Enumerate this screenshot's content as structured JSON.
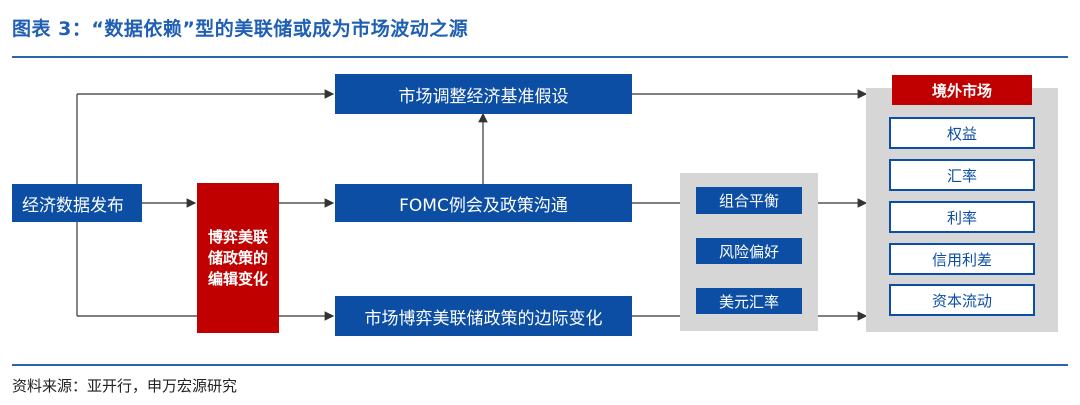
{
  "title": "图表 3：“数据依赖”型的美联储或成为市场波动之源",
  "source": "资料来源：亚开行，申万宏源研究",
  "left_box": "经济数据发布",
  "game_box": "博弈美联储政策的编辑变化",
  "center": {
    "top": "市场调整经济基准假设",
    "middle": "FOMC例会及政策沟通",
    "bottom": "市场博弈美联储政策的边际变化"
  },
  "mid_panel": {
    "items": [
      "组合平衡",
      "风险偏好",
      "美元汇率"
    ]
  },
  "right_panel": {
    "header": "境外市场",
    "items": [
      "权益",
      "汇率",
      "利率",
      "信用利差",
      "资本流动"
    ]
  },
  "colors": {
    "title_blue": "#1f5fb4",
    "box_blue": "#0c4ea4",
    "accent_red": "#c00000",
    "panel_gray": "#d6d6d6"
  }
}
